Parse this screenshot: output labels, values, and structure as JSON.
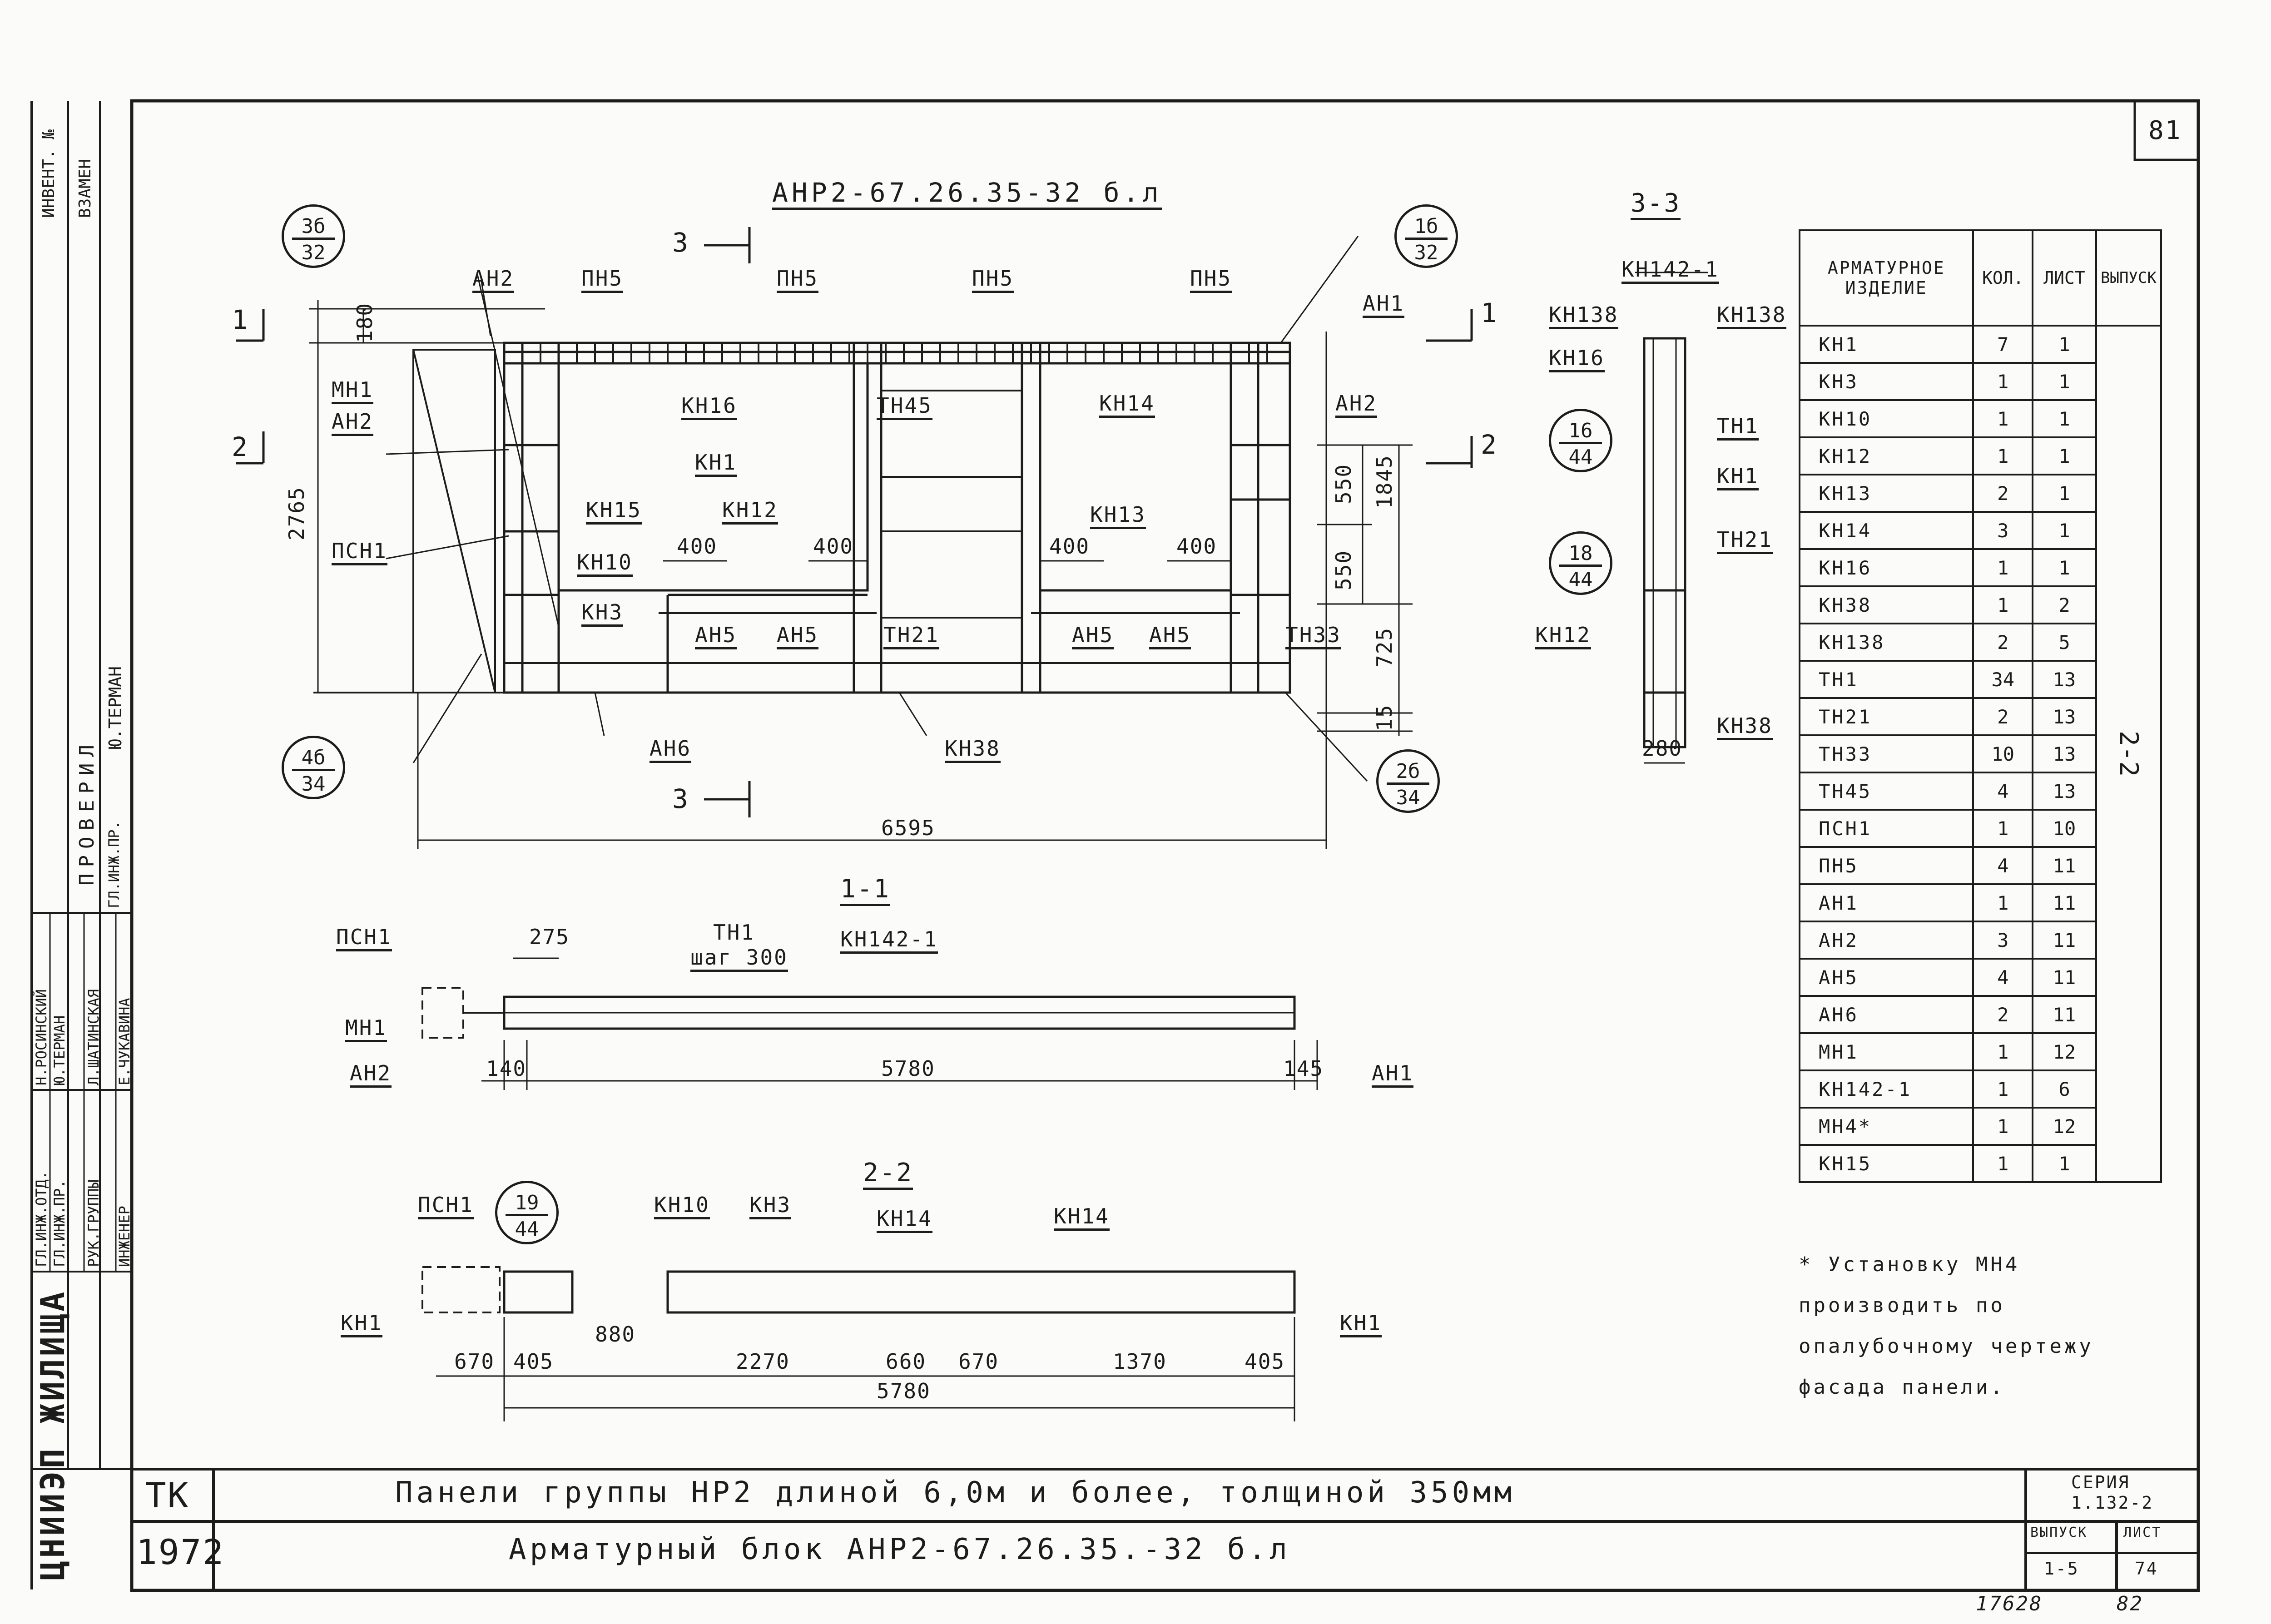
{
  "page_number": "81",
  "title_block": {
    "code": "ТК",
    "year": "1972",
    "title_line1": "Панели группы НР2 длиной 6,0м и более, толщиной 350мм",
    "title_line2": "Арматурный блок АНР2-67.26.35.-32 б.л",
    "series_label": "СЕРИЯ",
    "series_value": "1.132-2",
    "issue_label": "ВЫПУСК",
    "issue_value": "1-5",
    "sheet_label": "ЛИСТ",
    "sheet_value": "74",
    "org": "ЦНИИЭП ЖИЛИЩА",
    "archive_no": "17628",
    "archive_sheet": "82"
  },
  "stamp_column": {
    "inv_no": "ИНВЕНТ. №",
    "replaces": "ВЗАМЕН",
    "checked": "ПРОВЕРИЛ",
    "checked_name": "Ю.ТЕРМАН",
    "roles": [
      "ГЛ.ИНЖ.ОТД.",
      "ГЛ.ИНЖ.ПР.",
      "РУК.ГРУППЫ",
      "ИНЖЕНЕР"
    ],
    "names": [
      "Н.РОСИНСКИЙ",
      "Ю.ТЕРМАН",
      "Л.ШАТИНСКАЯ",
      "Е.ЧУКАВИНА"
    ],
    "checked_role": "ГЛ.ИНЖ.ПР."
  },
  "elevation": {
    "title": "АНР2-67.26.35-32 б.л",
    "labels": {
      "an2": "АН2",
      "pn5": "ПН5",
      "an1": "АН1",
      "mn1": "МН1",
      "psn1": "ПСН1",
      "kn16": "КН16",
      "kn1": "КН1",
      "kn14": "КН14",
      "tn45": "ТН45",
      "kn15": "КН15",
      "kn12": "КН12",
      "kn13": "КН13",
      "kn10": "КН10",
      "kn3": "КН3",
      "an5": "АН5",
      "tn21": "ТН21",
      "tn33": "ТН33",
      "an6": "АН6",
      "kn38": "КН38"
    },
    "dims": {
      "h180": "180",
      "h2765": "2765",
      "h550a": "550",
      "h550b": "550",
      "h1845": "1845",
      "h725": "725",
      "h15": "15",
      "w400": "400",
      "w6595": "6595"
    },
    "section_marks": {
      "s1": "1",
      "s2": "2",
      "s3": "3"
    },
    "callouts": [
      {
        "top": "3б",
        "bot": "32"
      },
      {
        "top": "1б",
        "bot": "32"
      },
      {
        "top": "4б",
        "bot": "34"
      },
      {
        "top": "2б",
        "bot": "34"
      }
    ]
  },
  "section_1_1": {
    "title": "1-1",
    "labels": {
      "psn1": "ПСН1",
      "mn1": "МН1",
      "an2": "АН2",
      "tn1": "ТН1",
      "step": "шаг 300",
      "kn142": "КН142-1",
      "an1": "АН1"
    },
    "dims": {
      "d275": "275",
      "d140": "140",
      "d5780": "5780",
      "d145": "145"
    }
  },
  "section_2_2": {
    "title": "2-2",
    "labels": {
      "psn1": "ПСН1",
      "kn10": "КН10",
      "kn3": "КН3",
      "kn14": "КН14",
      "kn1": "КН1"
    },
    "callout": {
      "top": "19",
      "bot": "44"
    },
    "dims": {
      "d670a": "670",
      "d405a": "405",
      "d880": "880",
      "d2270": "2270",
      "d660": "660",
      "d670b": "670",
      "d1370": "1370",
      "d405b": "405",
      "d5780": "5780"
    }
  },
  "section_3_3": {
    "title": "3-3",
    "labels": {
      "kn142": "КН142-1",
      "kn138": "КН138",
      "kn16": "КН16",
      "tn1": "ТН1",
      "kn1": "КН1",
      "tn21": "ТН21",
      "kn12": "КН12",
      "kn38": "КН38"
    },
    "callouts": [
      {
        "top": "16",
        "bot": "44"
      },
      {
        "top": "18",
        "bot": "44"
      }
    ],
    "dims": {
      "d280": "280"
    }
  },
  "spec_table": {
    "headers": [
      "АРМАТУРНОЕ ИЗДЕЛИЕ",
      "КОЛ.",
      "ЛИСТ",
      "ВЫПУСК"
    ],
    "rows": [
      [
        "КН1",
        "7",
        "1"
      ],
      [
        "КН3",
        "1",
        "1"
      ],
      [
        "КН10",
        "1",
        "1"
      ],
      [
        "КН12",
        "1",
        "1"
      ],
      [
        "КН13",
        "2",
        "1"
      ],
      [
        "КН14",
        "3",
        "1"
      ],
      [
        "КН16",
        "1",
        "1"
      ],
      [
        "КН38",
        "1",
        "2"
      ],
      [
        "КН138",
        "2",
        "5"
      ],
      [
        "ТН1",
        "34",
        "13"
      ],
      [
        "ТН21",
        "2",
        "13"
      ],
      [
        "ТН33",
        "10",
        "13"
      ],
      [
        "ТН45",
        "4",
        "13"
      ],
      [
        "ПСН1",
        "1",
        "10"
      ],
      [
        "ПН5",
        "4",
        "11"
      ],
      [
        "АН1",
        "1",
        "11"
      ],
      [
        "АН2",
        "3",
        "11"
      ],
      [
        "АН5",
        "4",
        "11"
      ],
      [
        "АН6",
        "2",
        "11"
      ],
      [
        "МН1",
        "1",
        "12"
      ],
      [
        "КН142-1",
        "1",
        "6"
      ],
      [
        "МН4*",
        "1",
        "12"
      ],
      [
        "КН15",
        "1",
        "1"
      ]
    ],
    "issue_value": "2-2"
  },
  "footnote": "* Установку МН4 производить по опалубочному чертежу фасада панели."
}
